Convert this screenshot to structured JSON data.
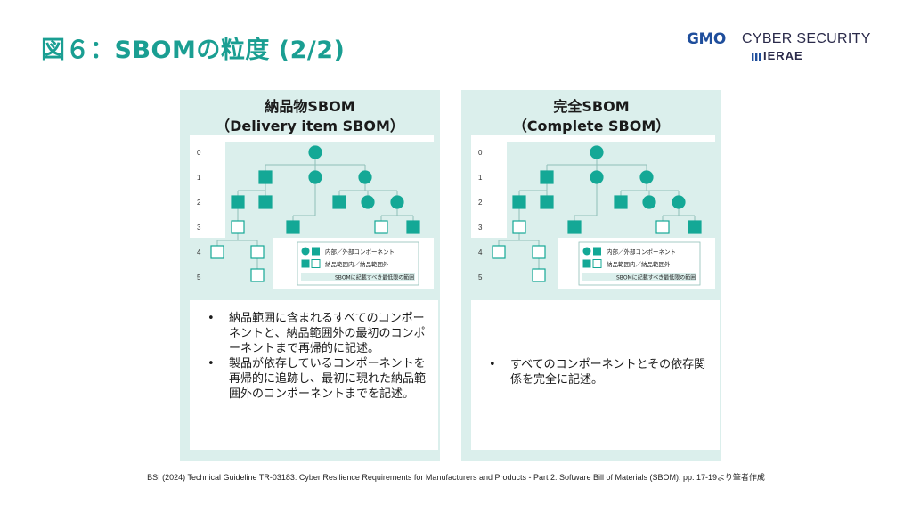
{
  "title": "図６：SBOMの粒度 (2/2)",
  "logo": {
    "brand": "GMO",
    "name": "CYBER SECURITY",
    "sub": "IERAE",
    "colors": {
      "brand": "#1f4e9c",
      "text": "#2a2a4a"
    }
  },
  "accent_color": "#1a9e92",
  "panels": [
    {
      "id": "delivery",
      "title_line1": "納品物SBOM",
      "title_line2": "（Delivery item SBOM）",
      "levels": [
        "0",
        "1",
        "2",
        "3",
        "4",
        "5"
      ],
      "legend": {
        "internal_external": "内部／外部コンポーネント",
        "in_out_scope": "納品範囲内／納品範囲外",
        "min_scope": "SBOMに記載すべき最低限の範囲"
      },
      "bullets": [
        "納品範囲に含まれるすべてのコンポーネントと、納品範囲外の最初のコンポーネントまで再帰的に記述。",
        "製品が依存しているコンポーネントを再帰的に追跡し、最初に現れた納品範囲外のコンポーネントまでを記述。"
      ]
    },
    {
      "id": "complete",
      "title_line1": "完全SBOM",
      "title_line2": "（Complete SBOM）",
      "levels": [
        "0",
        "1",
        "2",
        "3",
        "4",
        "5"
      ],
      "legend": {
        "internal_external": "内部／外部コンポーネント",
        "in_out_scope": "納品範囲内／納品範囲外",
        "min_scope": "SBOMに記載すべき最低限の範囲"
      },
      "bullets": [
        "すべてのコンポーネントとその依存関係を完全に記述。"
      ]
    }
  ],
  "colors": {
    "panel_bg": "#dbefec",
    "node_fill": "#14a896",
    "node_stroke": "#14a896",
    "line": "#8fbfb8"
  },
  "footnote": "BSI (2024) Technical Guideline TR-03183: Cyber Resilience Requirements for Manufacturers and Products - Part 2: Software Bill of Materials (SBOM), pp. 17-19より筆者作成"
}
